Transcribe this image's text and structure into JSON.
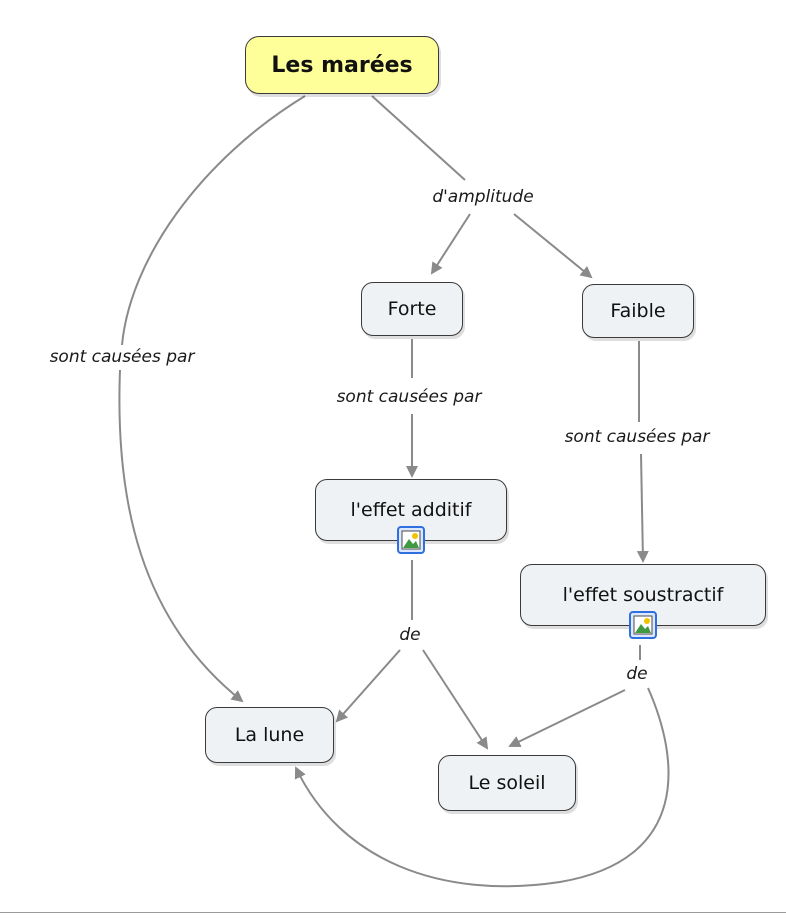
{
  "concepts": {
    "maree": "Les marées",
    "forte": "Forte",
    "faible": "Faible",
    "additif": "l'effet additif",
    "soustractif": "l'effet soustractif",
    "lune": "La lune",
    "soleil": "Le soleil"
  },
  "linking_phrases": {
    "amplitude": "d'amplitude",
    "causees_maree": "sont causées par",
    "causees_forte": "sont causées par",
    "causees_faible": "sont causées par",
    "de_additif": "de",
    "de_soustractif": "de"
  },
  "resource_icons": [
    "image-resource-icon",
    "image-resource-icon"
  ],
  "colors": {
    "root_fill": "#ffff99",
    "node_fill": "#eef2f4",
    "node_border": "#3a3a3a",
    "connector": "#8a8a8a"
  }
}
